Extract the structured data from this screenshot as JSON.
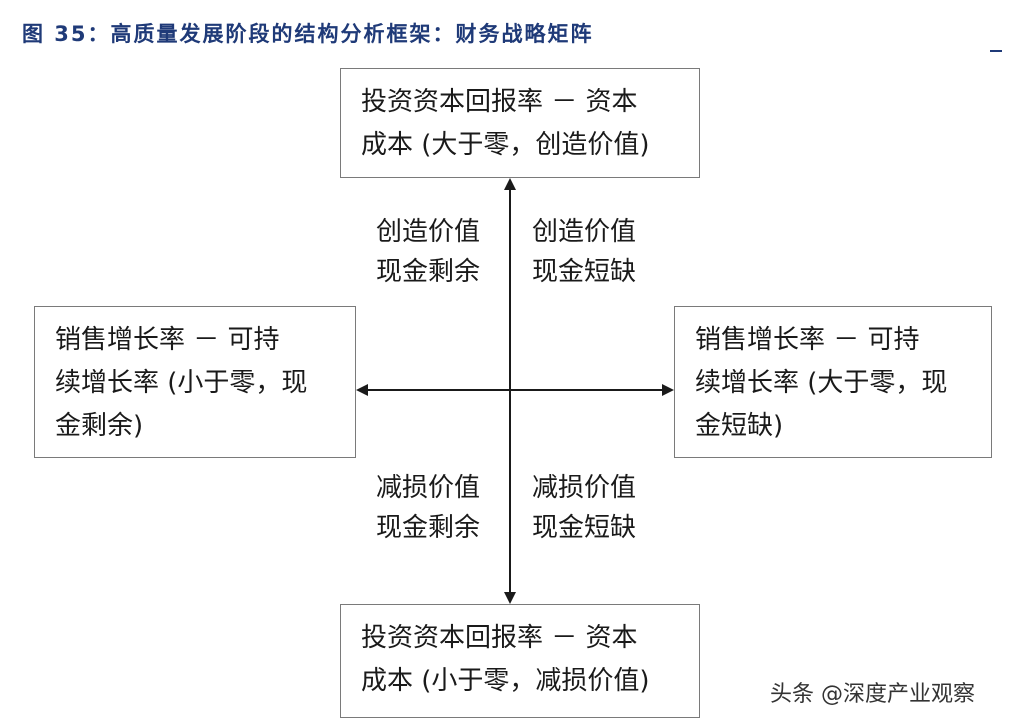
{
  "header": {
    "title": "图 35：高质量发展阶段的结构分析框架：财务战略矩阵"
  },
  "diagram": {
    "top_box": "投资资本回报率 － 资本\n成本 (大于零，创造价值)",
    "bottom_box": "投资资本回报率 － 资本\n成本 (小于零，减损价值)",
    "left_box": "销售增长率 － 可持\n续增长率 (小于零，现\n金剩余)",
    "right_box": "销售增长率 － 可持\n续增长率 (大于零，现\n金短缺)",
    "quadrants": {
      "top_left": "创造价值\n现金剩余",
      "top_right": "创造价值\n现金短缺",
      "bottom_left": "减损价值\n现金剩余",
      "bottom_right": "减损价值\n现金短缺"
    }
  },
  "watermark": "头条 @深度产业观察",
  "colors": {
    "title": "#1f3a78",
    "border": "#7a7a7a",
    "axis": "#1a1a1a"
  }
}
